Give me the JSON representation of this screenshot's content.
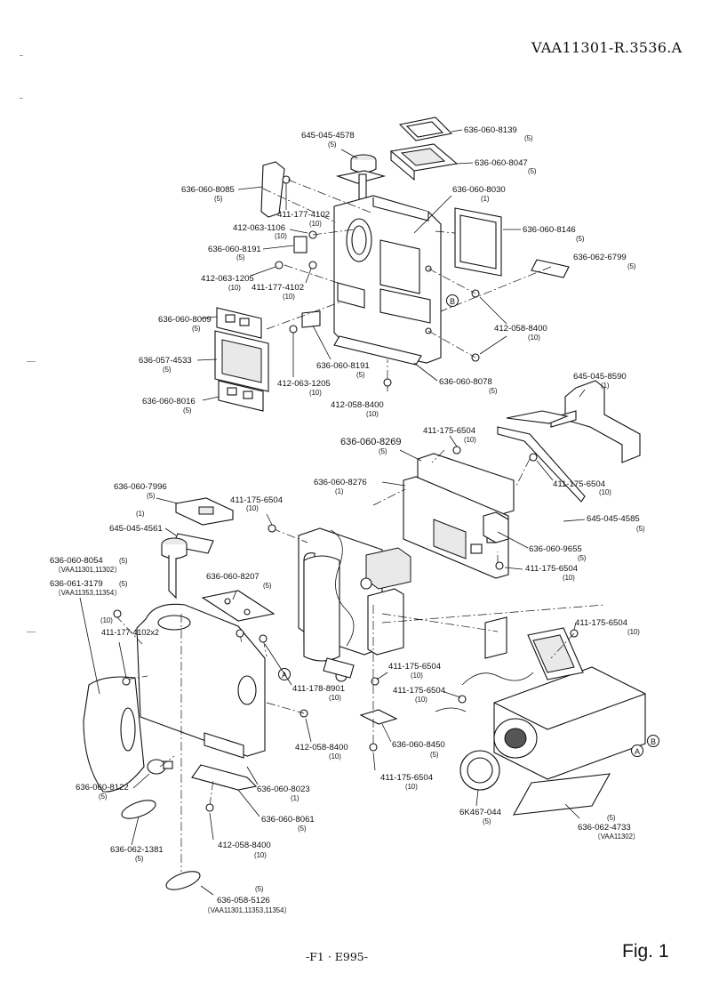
{
  "header": {
    "doc_id": "VAA11301-R.3536.A"
  },
  "footer": {
    "page": "-F1 · E995-",
    "figure": "Fig. 1"
  },
  "callouts": [
    {
      "part": "645-045-4578",
      "qty": "(5)"
    },
    {
      "part": "636-060-8139",
      "qty": "(5)"
    },
    {
      "part": "636-060-8047",
      "qty": "(5)"
    },
    {
      "part": "636-060-8085",
      "qty": "(5)"
    },
    {
      "part": "636-060-8030",
      "qty": "(1)"
    },
    {
      "part": "411-177-4102",
      "qty": "(10)"
    },
    {
      "part": "412-063-1106",
      "qty": "(10)"
    },
    {
      "part": "636-060-8146",
      "qty": "(5)"
    },
    {
      "part": "636-060-8191",
      "qty": "(5)"
    },
    {
      "part": "636-062-6799",
      "qty": "(5)"
    },
    {
      "part": "412-063-1205",
      "qty": "(10)"
    },
    {
      "part": "411-177-4102",
      "qty": "(10)"
    },
    {
      "part": "636-060-8009",
      "qty": "(5)"
    },
    {
      "part": "412-058-8400",
      "qty": "(10)"
    },
    {
      "part": "636-057-4533",
      "qty": "(5)"
    },
    {
      "part": "636-060-8191",
      "qty": "(5)"
    },
    {
      "part": "412-063-1205",
      "qty": "(10)"
    },
    {
      "part": "636-060-8078",
      "qty": "(5)"
    },
    {
      "part": "636-060-8016",
      "qty": "(5)"
    },
    {
      "part": "412-058-8400",
      "qty": "(10)"
    },
    {
      "part": "645-045-8590",
      "qty": "(1)"
    },
    {
      "part": "411-175-6504",
      "qty": "(10)"
    },
    {
      "part": "636-060-8269",
      "qty": "(5)"
    },
    {
      "part": "636-060-8276",
      "qty": "(1)"
    },
    {
      "part": "411-175-6504",
      "qty": "(10)"
    },
    {
      "part": "636-060-7996",
      "qty": "(5)"
    },
    {
      "part": "411-175-6504",
      "qty": "(10)"
    },
    {
      "part": "645-045-4585",
      "qty": "(5)"
    },
    {
      "part": "645-045-4561",
      "qty": "(1)"
    },
    {
      "part": "636-060-9655",
      "qty": "(5)"
    },
    {
      "part": "411-175-6504",
      "qty": "(10)"
    },
    {
      "part": "636-060-8054",
      "qty": "(5)",
      "variants": "〔VAA11301,11302〕"
    },
    {
      "part": "636-061-3179",
      "qty": "(5)",
      "variants": "〔VAA11353,11354〕"
    },
    {
      "part": "636-060-8207",
      "qty": "(5)"
    },
    {
      "part": "411-175-6504",
      "qty": "(10)"
    },
    {
      "part": "411-177-4102x2",
      "qty": "(10)"
    },
    {
      "part": "411-178-8901",
      "qty": "(10)"
    },
    {
      "part": "411-175-6504",
      "qty": "(10)"
    },
    {
      "part": "411-175-6504",
      "qty": "(10)"
    },
    {
      "part": "412-058-8400",
      "qty": "(10)"
    },
    {
      "part": "636-060-8450",
      "qty": "(5)"
    },
    {
      "part": "411-175-6504",
      "qty": "(10)"
    },
    {
      "part": "636-060-8122",
      "qty": "(5)"
    },
    {
      "part": "636-060-8023",
      "qty": "(1)"
    },
    {
      "part": "636-060-8061",
      "qty": "(5)"
    },
    {
      "part": "6K467-044",
      "qty": "(5)"
    },
    {
      "part": "636-062-4733",
      "qty": "(5)",
      "variants": "〔VAA11302〕"
    },
    {
      "part": "412-058-8400",
      "qty": "(10)"
    },
    {
      "part": "636-062-1381",
      "qty": "(5)"
    },
    {
      "part": "636-058-5126",
      "qty": "(5)",
      "variants": "〔VAA11301,11353,11354〕"
    }
  ],
  "markers": [
    "A",
    "B",
    "A",
    "B"
  ]
}
